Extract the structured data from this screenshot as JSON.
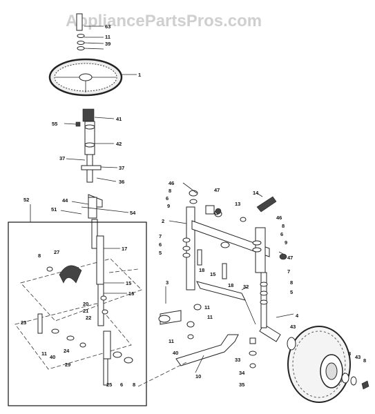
{
  "watermark": "AppliancePartsPros.com",
  "callouts": {
    "c1": "1",
    "c2": "2",
    "c3": "3",
    "c4": "4",
    "c5a": "5",
    "c5b": "5",
    "c6a": "6",
    "c6b": "6",
    "c7a": "7",
    "c7b": "7",
    "c8a": "8",
    "c8b": "8",
    "c8c": "8",
    "c8d": "8",
    "c8e": "8",
    "c8f": "8",
    "c9a": "9",
    "c9b": "9",
    "c10": "10",
    "c11a": "11",
    "c11b": "11",
    "c11c": "11",
    "c11d": "11",
    "c13": "13",
    "c14": "14",
    "c15a": "15",
    "c15b": "15",
    "c16": "16",
    "c17": "17",
    "c18a": "18",
    "c18b": "18",
    "c20": "20",
    "c21": "21",
    "c22": "22",
    "c23": "23",
    "c24": "24",
    "c25": "25",
    "c27": "27",
    "c29": "29",
    "c32": "32",
    "c33": "33",
    "c34": "34",
    "c35": "35",
    "c36": "36",
    "c37a": "37",
    "c37b": "37",
    "c39": "39",
    "c40a": "40",
    "c40b": "40",
    "c41": "41",
    "c42": "42",
    "c43a": "43",
    "c43b": "43",
    "c44": "44",
    "c46a": "46",
    "c46b": "46",
    "c47a": "47",
    "c47b": "47",
    "c51": "51",
    "c52": "52",
    "c54": "54",
    "c55": "55",
    "c63": "63"
  }
}
